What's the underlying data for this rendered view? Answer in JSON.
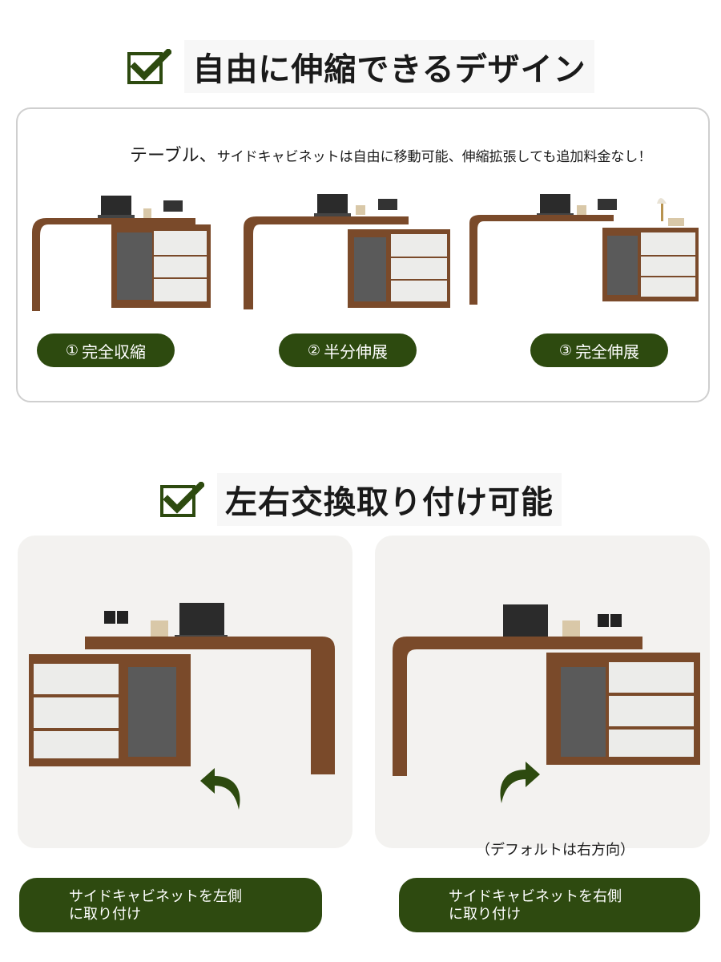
{
  "section1": {
    "heading": "自由に伸縮できるデザイン",
    "caption_lead": "テーブル、",
    "caption_rest": "サイドキャビネットは自由に移動可能、伸縮拡張しても追加料金なし！",
    "modes": [
      {
        "num": "①",
        "label": "完全収縮"
      },
      {
        "num": "②",
        "label": "半分伸展"
      },
      {
        "num": "③",
        "label": "完全伸展"
      }
    ]
  },
  "section2": {
    "heading": "左右交換取り付け可能",
    "default_note": "（デフォルトは右方向）",
    "left_label": "サイドキャビネットを左側\nに取り付け",
    "right_label": "サイドキャビネットを右側\nに取り付け"
  },
  "colors": {
    "accent_green": "#2d4a0f",
    "walnut": "#7a4a2a",
    "drawer_white": "#ececea"
  },
  "icons": [
    "check-icon",
    "rotate-arrow-icon"
  ]
}
